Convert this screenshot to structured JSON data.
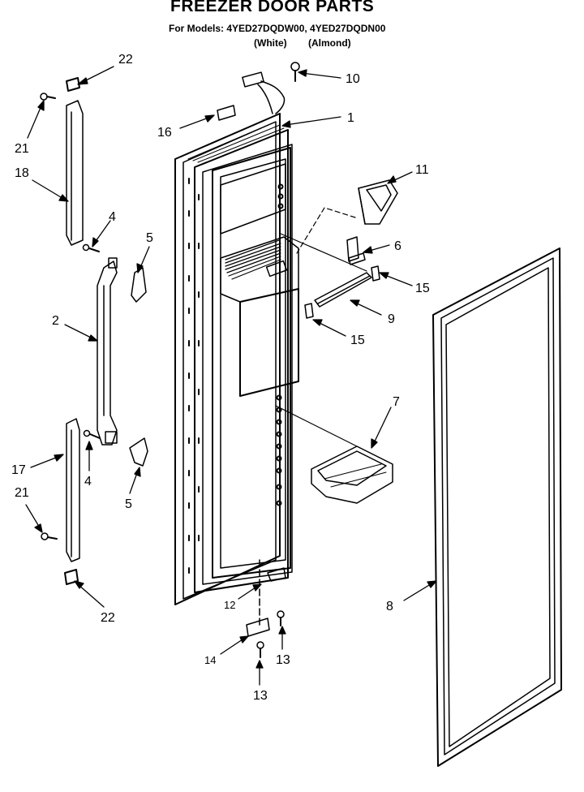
{
  "title": "FREEZER DOOR PARTS",
  "subtitle": "For Models: 4YED27DQDW00, 4YED27DQDN00",
  "colors": {
    "white": "(White)",
    "almond": "(Almond)"
  },
  "callouts": {
    "c1": "1",
    "c2": "2",
    "c4a": "4",
    "c4b": "4",
    "c5a": "5",
    "c5b": "5",
    "c6": "6",
    "c7": "7",
    "c8": "8",
    "c9": "9",
    "c10": "10",
    "c11": "11",
    "c12": "12",
    "c13a": "13",
    "c13b": "13",
    "c14": "14",
    "c15a": "15",
    "c15b": "15",
    "c16": "16",
    "c17": "17",
    "c18": "18",
    "c21a": "21",
    "c21b": "21",
    "c22a": "22",
    "c22b": "22"
  }
}
